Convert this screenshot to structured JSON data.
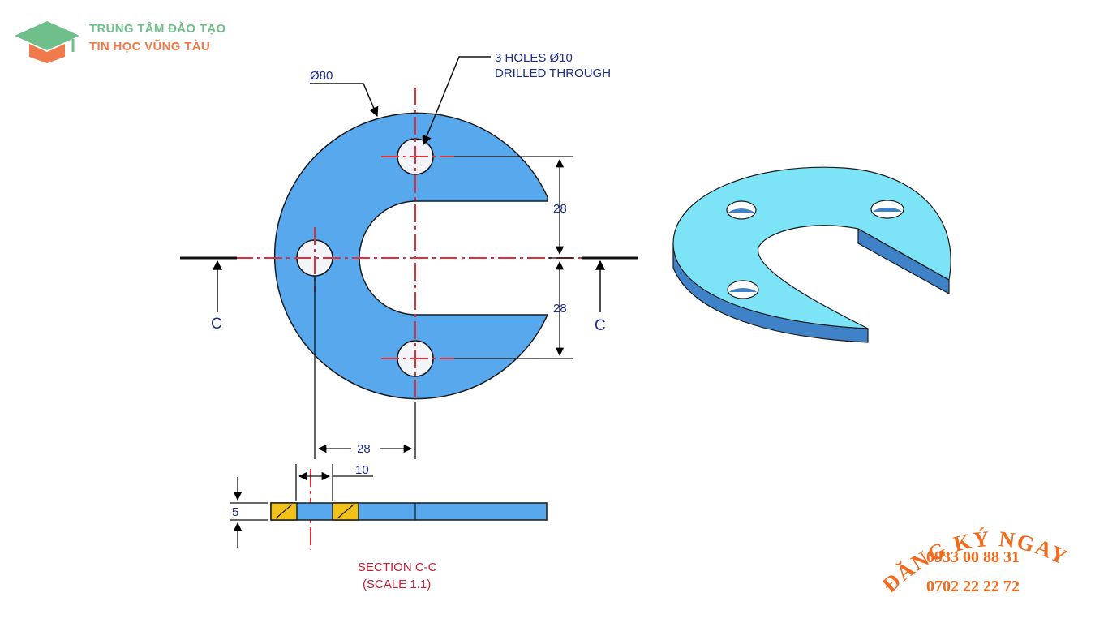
{
  "brand": {
    "line1": "TRUNG TÂM ĐÀO TẠO",
    "line2": "TIN HỌC VŨNG TÀU",
    "icon": "graduation-cap-icon",
    "colors": {
      "green": "#6fbf8a",
      "orange": "#f07a4a"
    }
  },
  "drawing": {
    "dim_diameter": "Ø80",
    "holes_note_line1": "3 HOLES  Ø10",
    "holes_note_line2": "DRILLED THROUGH",
    "dim_28_upper": "28",
    "dim_28_lower": "28",
    "dim_28_horizontal": "28",
    "dim_10": "10",
    "dim_5": "5",
    "section_label_left": "C",
    "section_label_right": "C",
    "section_title": "SECTION C-C",
    "section_scale": "(SCALE 1.1)",
    "colors": {
      "part_blue": "#58a8ee",
      "part_light": "#7de3f7",
      "centerline": "#e0303a",
      "dim_blue": "#1f2d8a",
      "hatch_yellow": "#f2c21a"
    }
  },
  "cta": {
    "title": "ĐĂNG KÝ NGAY",
    "phone1": "0933 00 88 31",
    "phone2": "0702 22 22 72",
    "colors": {
      "orange": "#f26b1d"
    }
  }
}
